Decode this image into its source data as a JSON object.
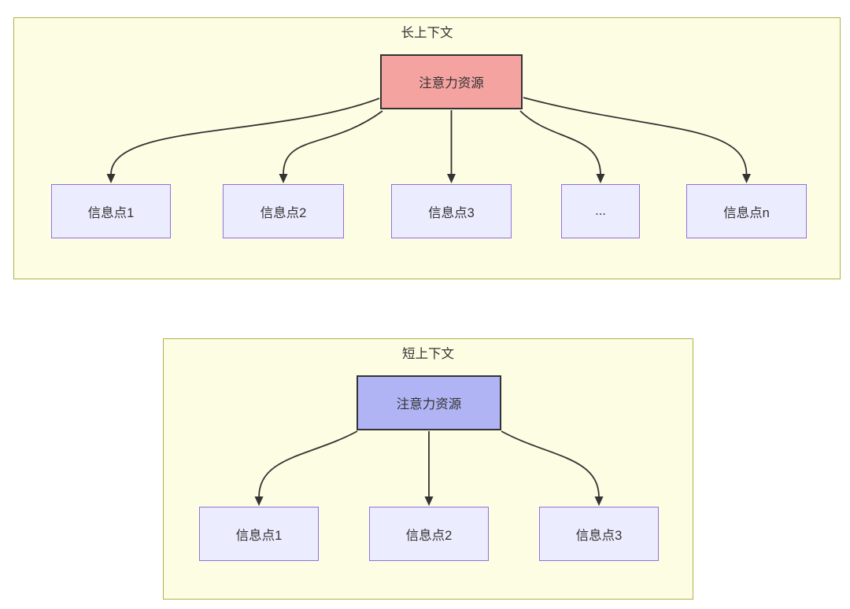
{
  "colors": {
    "container_fill": "#fdfde3",
    "container_border": "#b1b149",
    "node_fill": "#ececff",
    "node_border": "#9370db",
    "attention_long_fill": "#f4a3a1",
    "attention_short_fill": "#b1b4f4",
    "attention_border": "#333333",
    "arrow": "#333333",
    "text": "#333333"
  },
  "diagram_long": {
    "title": "长上下文",
    "attention_label": "注意力资源",
    "nodes": [
      {
        "label": "信息点1"
      },
      {
        "label": "信息点2"
      },
      {
        "label": "信息点3"
      },
      {
        "label": "..."
      },
      {
        "label": "信息点n"
      }
    ]
  },
  "diagram_short": {
    "title": "短上下文",
    "attention_label": "注意力资源",
    "nodes": [
      {
        "label": "信息点1"
      },
      {
        "label": "信息点2"
      },
      {
        "label": "信息点3"
      }
    ]
  }
}
